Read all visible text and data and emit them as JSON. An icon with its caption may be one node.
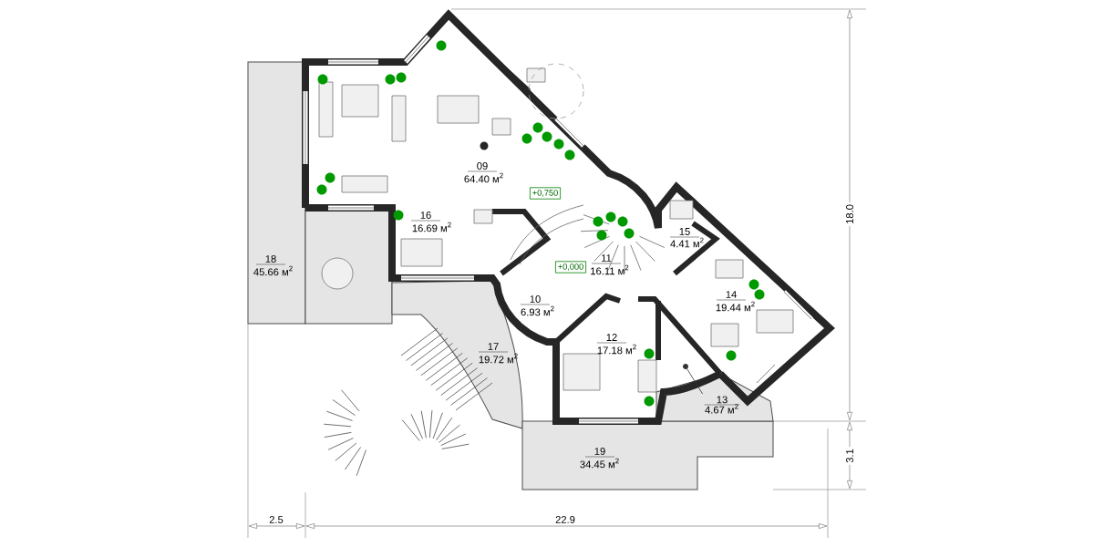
{
  "diagram": {
    "nodes": [
      {
        "text": [
          "13",
          "4.67 м$^{2}$"
        ]
      },
      {
        "text": [],
        "shape": "circle"
      }
    ],
    "edges": [
      {
        "from": 0,
        "to": 1,
        "arrow": "none"
      }
    ],
    "labels": [
      "09",
      "64.40 м$^{2}$",
      "+0,750",
      "16",
      "16.69 м$^{2}$",
      "15",
      "4.41 м$^{2}$",
      "18.0",
      "18",
      "45.66 м$^{2}$",
      "11",
      "16.11 м$^{2}$",
      "+0,000",
      "14",
      "19.44 м$^{2}$",
      "10",
      "6.93 м$^{2}$",
      "12",
      "17.18 м$^{2}$",
      "17",
      "19.72 м$^{2}$",
      "19",
      "34.45 м$^{2}$",
      "3.1",
      "2.5",
      "22.9"
    ]
  }
}
